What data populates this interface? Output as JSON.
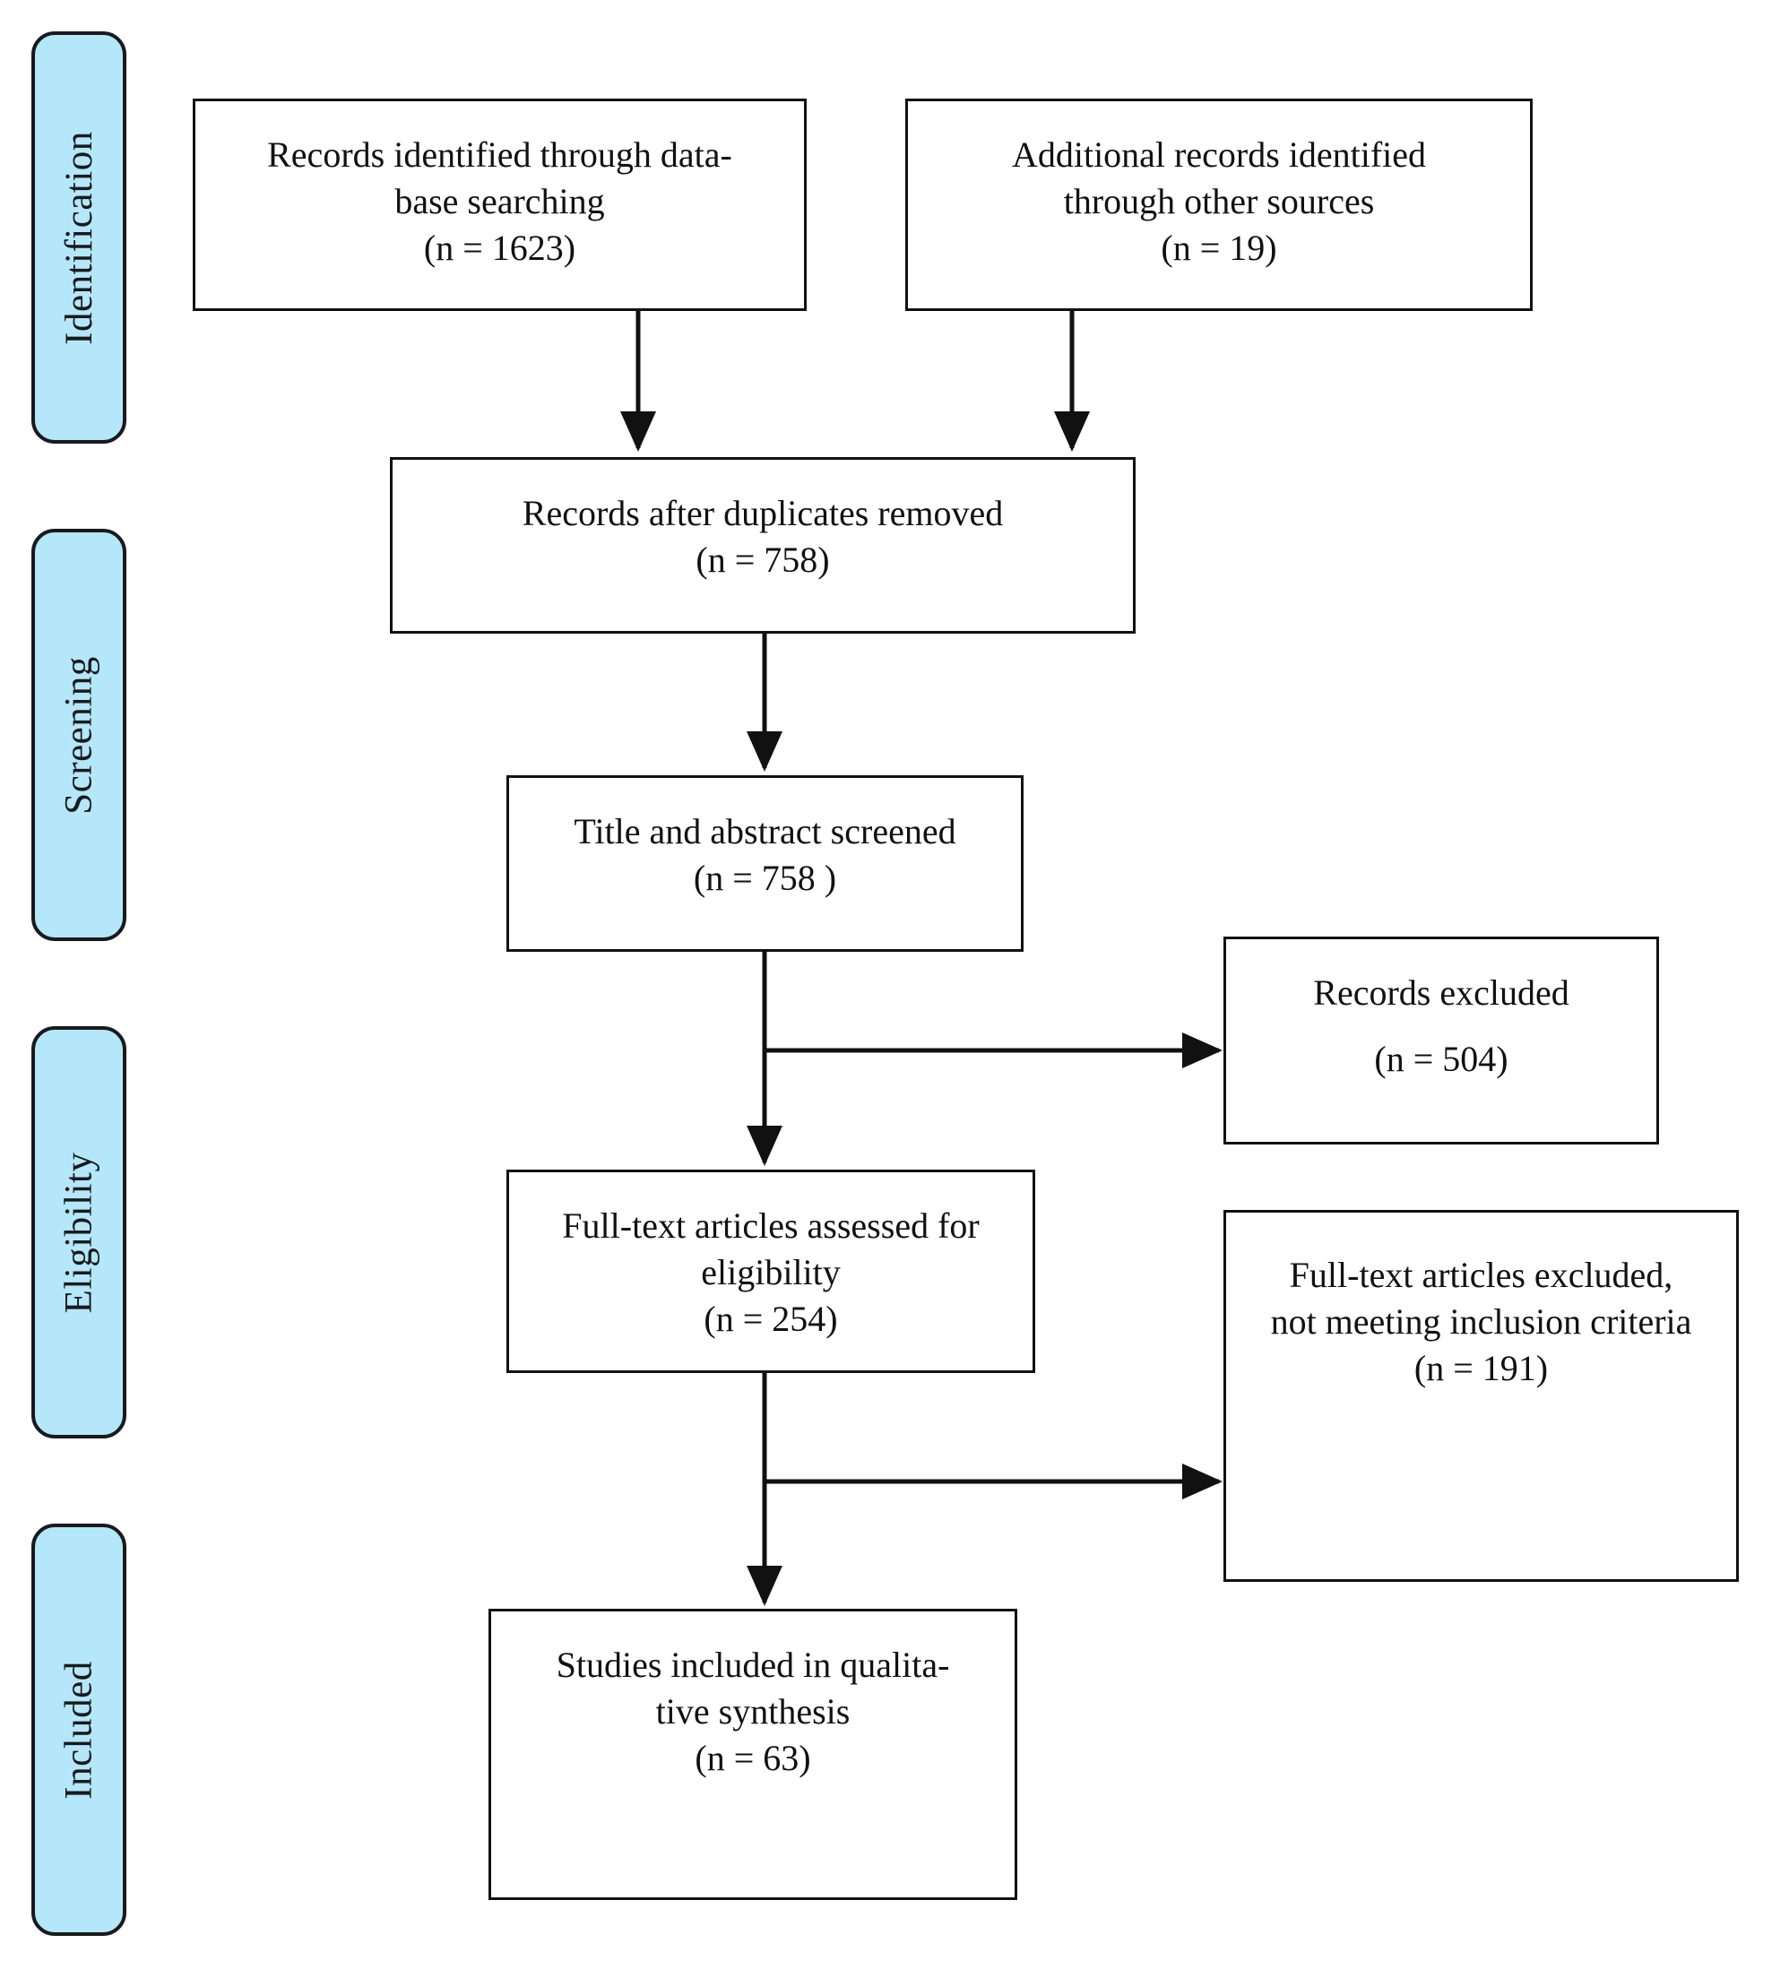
{
  "figure": {
    "type": "prisma-flow-diagram",
    "accent_color": "#b4e7fa",
    "line_color": "#111111",
    "background": "#ffffff"
  },
  "stages": [
    {
      "id": "identification",
      "label": "Identification"
    },
    {
      "id": "screening",
      "label": "Screening"
    },
    {
      "id": "eligibility",
      "label": "Eligibility"
    },
    {
      "id": "included",
      "label": "Included"
    }
  ],
  "boxes": {
    "database_search": {
      "text": "Records identified through data-\nbase searching",
      "count": "(n = 1623)"
    },
    "other_sources": {
      "text": "Additional records identified\nthrough other sources",
      "count": "(n = 19)"
    },
    "duplicates_removed": {
      "text": "Records after duplicates removed",
      "count": "(n = 758)"
    },
    "title_abstract_screened": {
      "text": "Title and abstract screened",
      "count": "(n = 758 )"
    },
    "records_excluded": {
      "text": "Records excluded",
      "count": "(n = 504)"
    },
    "fulltext_assessed": {
      "text": "Full-text articles assessed for\neligibility",
      "count": "(n = 254)"
    },
    "fulltext_excluded": {
      "text": "Full-text articles excluded,\nnot meeting inclusion criteria",
      "count": "(n = 191)"
    },
    "studies_included": {
      "text": "Studies included in qualita-\ntive synthesis",
      "count": "(n = 63)"
    }
  },
  "chart_data": {
    "type": "flowchart",
    "title": "PRISMA flow diagram",
    "nodes": [
      {
        "id": "database_search",
        "stage": "Identification",
        "label": "Records identified through database searching",
        "n": 1623
      },
      {
        "id": "other_sources",
        "stage": "Identification",
        "label": "Additional records identified through other sources",
        "n": 19
      },
      {
        "id": "duplicates_removed",
        "stage": "Screening",
        "label": "Records after duplicates removed",
        "n": 758
      },
      {
        "id": "title_abstract_screened",
        "stage": "Screening",
        "label": "Title and abstract screened",
        "n": 758
      },
      {
        "id": "records_excluded",
        "stage": "Screening",
        "label": "Records excluded",
        "n": 504
      },
      {
        "id": "fulltext_assessed",
        "stage": "Eligibility",
        "label": "Full-text articles assessed for eligibility",
        "n": 254
      },
      {
        "id": "fulltext_excluded",
        "stage": "Eligibility",
        "label": "Full-text articles excluded, not meeting inclusion criteria",
        "n": 191
      },
      {
        "id": "studies_included",
        "stage": "Included",
        "label": "Studies included in qualitative synthesis",
        "n": 63
      }
    ],
    "edges": [
      {
        "from": "database_search",
        "to": "duplicates_removed"
      },
      {
        "from": "other_sources",
        "to": "duplicates_removed"
      },
      {
        "from": "duplicates_removed",
        "to": "title_abstract_screened"
      },
      {
        "from": "title_abstract_screened",
        "to": "records_excluded"
      },
      {
        "from": "title_abstract_screened",
        "to": "fulltext_assessed"
      },
      {
        "from": "fulltext_assessed",
        "to": "fulltext_excluded"
      },
      {
        "from": "fulltext_assessed",
        "to": "studies_included"
      }
    ]
  }
}
